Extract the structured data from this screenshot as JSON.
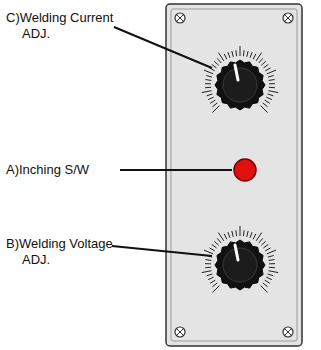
{
  "diagram": {
    "labels": [
      "C)Welding Current ADJ.",
      "A)Inching S/W",
      "B)Welding Voltage ADJ."
    ]
  }
}
